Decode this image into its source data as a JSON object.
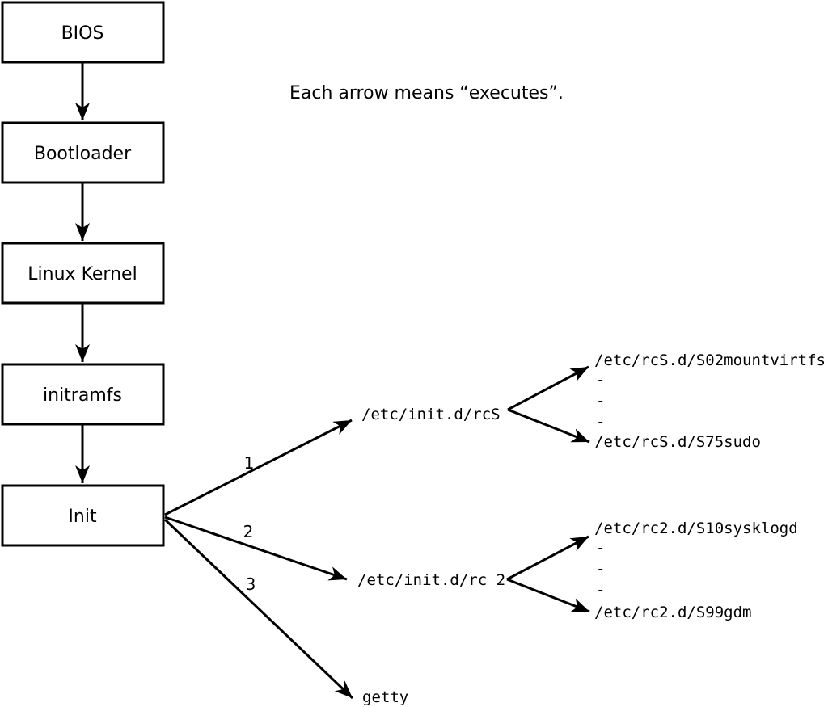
{
  "diagram": {
    "title_note": "Each arrow means “executes”.",
    "chain": [
      {
        "label": "BIOS"
      },
      {
        "label": "Bootloader"
      },
      {
        "label": "Linux Kernel"
      },
      {
        "label": "initramfs"
      },
      {
        "label": "Init"
      }
    ],
    "init_branches": [
      {
        "number": "1",
        "target": "/etc/init.d/rcS"
      },
      {
        "number": "2",
        "target": "/etc/init.d/rc 2"
      },
      {
        "number": "3",
        "target": "getty"
      }
    ],
    "rcS_scripts": [
      "/etc/rcS.d/S02mountvirtfs",
      "-",
      "-",
      "-",
      "/etc/rcS.d/S75sudo"
    ],
    "rc2_scripts": [
      "/etc/rc2.d/S10sysklogd",
      "-",
      "-",
      "-",
      "/etc/rc2.d/S99gdm"
    ],
    "colors": {
      "line": "#000000",
      "background": "#ffffff"
    }
  }
}
